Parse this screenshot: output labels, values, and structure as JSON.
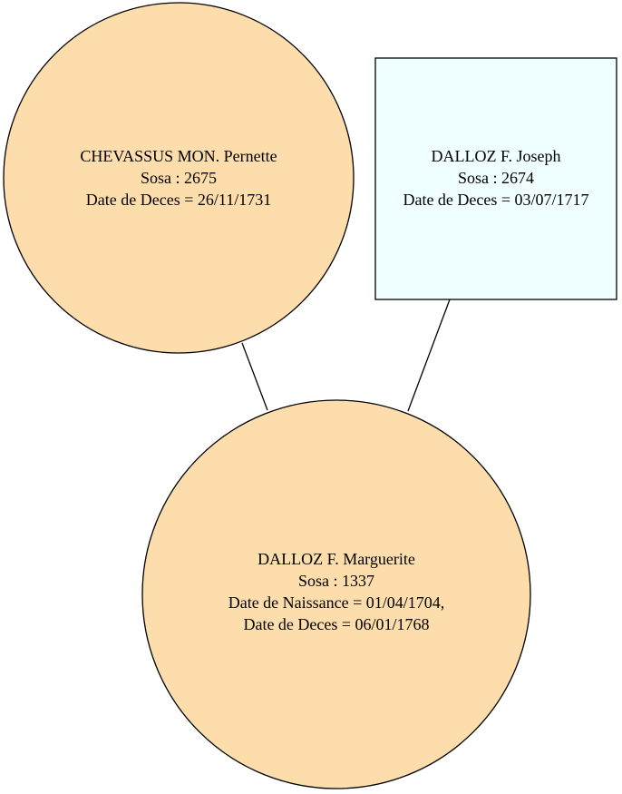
{
  "colors": {
    "female": "#FDDDAB",
    "male": "#F0FFFF",
    "stroke": "#000000"
  },
  "nodes": {
    "mother": {
      "shape": "circle",
      "name": "CHEVASSUS MON. Pernette",
      "sosa": "Sosa : 2675",
      "death": "Date de Deces = 26/11/1731"
    },
    "father": {
      "shape": "box",
      "name": "DALLOZ F. Joseph",
      "sosa": "Sosa : 2674",
      "death": "Date de Deces = 03/07/1717"
    },
    "child": {
      "shape": "circle",
      "name": "DALLOZ F. Marguerite",
      "sosa": "Sosa : 1337",
      "birth": "Date de Naissance = 01/04/1704,",
      "death": "Date de Deces = 06/01/1768"
    }
  },
  "edges": [
    {
      "from": "mother",
      "to": "child"
    },
    {
      "from": "father",
      "to": "child"
    }
  ]
}
